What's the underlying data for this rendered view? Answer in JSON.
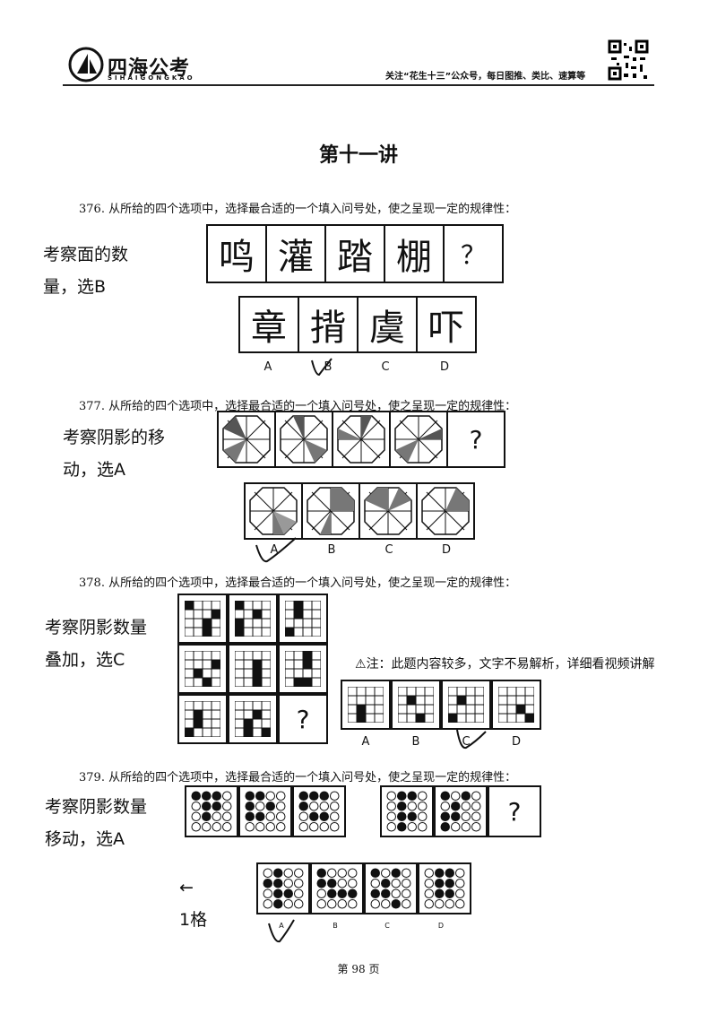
{
  "header": {
    "brand": "四海公考",
    "brand_sub": "SIHAIGONGKAO",
    "slogan": "关注“花生十三”公众号，每日图推、类比、速算等"
  },
  "title": "第十一讲",
  "q376": {
    "text": "376. 从所给的四个选项中，选择最合适的一个填入问号处，使之呈现一定的规律性：",
    "note": [
      "考察面的数",
      "量，选B"
    ],
    "chars": [
      "鸣",
      "灌",
      "踏",
      "棚",
      "？"
    ],
    "options": [
      "章",
      "揹",
      "虞",
      "吓"
    ],
    "labels": [
      "A",
      "B",
      "C",
      "D"
    ]
  },
  "q377": {
    "text": "377. 从所给的四个选项中，选择最合适的一个填入问号处，使之呈现一定的规律性：",
    "note": [
      "考察阴影的移",
      "动，选A"
    ],
    "qmark": "?",
    "labels": [
      "A",
      "B",
      "C",
      "D"
    ]
  },
  "q378": {
    "text": "378. 从所给的四个选项中，选择最合适的一个填入问号处，使之呈现一定的规律性：",
    "note": [
      "考察阴影数量",
      "叠加，选C"
    ],
    "qmark": "?",
    "labels": [
      "A",
      "B",
      "C",
      "D"
    ],
    "warning": "注：此题内容较多，文字不易解析，详细看视频讲解"
  },
  "q379": {
    "text": "379. 从所给的四个选项中，选择最合适的一个填入问号处，使之呈现一定的规律性：",
    "note": [
      "考察阴影数量",
      "移动，选A"
    ],
    "arrow_note": "1格",
    "qmark": "?",
    "labels": [
      "A",
      "B",
      "C",
      "D"
    ]
  },
  "footer": "第 98 页"
}
